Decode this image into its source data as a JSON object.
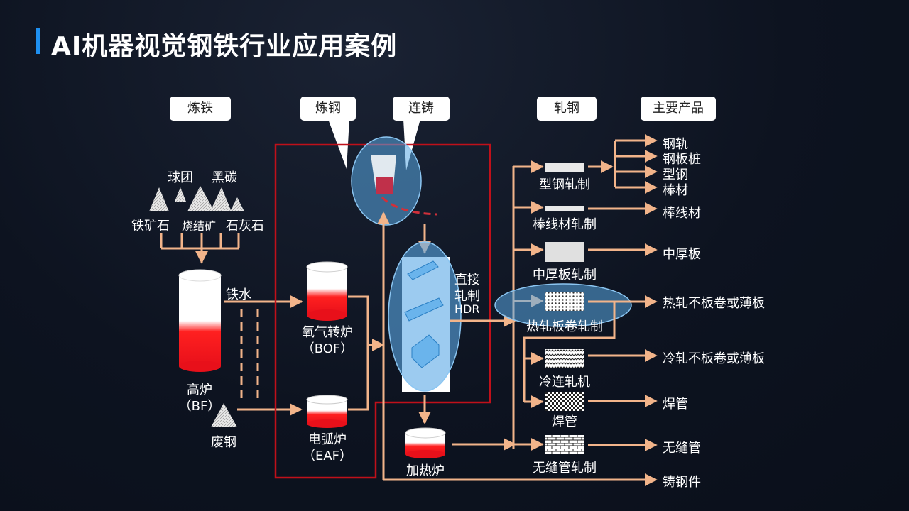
{
  "title": "AI机器视觉钢铁行业应用案例",
  "stages": {
    "ironmaking": "炼铁",
    "steelmaking": "炼钢",
    "casting": "连铸",
    "rolling": "轧钢",
    "products": "主要产品"
  },
  "raw_materials": {
    "pellet": "球团",
    "coke": "黑碳",
    "iron_ore": "铁矿石",
    "sinter": "烧结矿",
    "limestone": "石灰石"
  },
  "blast_furnace": {
    "name": "高炉",
    "abbr": "（BF）",
    "molten_iron": "铁水"
  },
  "scrap": "废钢",
  "bof": {
    "name": "氧气转炉",
    "abbr": "（BOF）"
  },
  "eaf": {
    "name": "电弧炉",
    "abbr": "（EAF）"
  },
  "hdr": {
    "line1": "直接",
    "line2": "轧制",
    "line3": "HDR"
  },
  "reheat_furnace": "加热炉",
  "mills": {
    "section": "型钢轧制",
    "bar_wire": "棒线材轧制",
    "plate": "中厚板轧制",
    "hot_strip": "热轧板卷轧制",
    "cold_mill": "冷连轧机",
    "weld_pipe": "焊管",
    "seamless": "无缝管轧制"
  },
  "products": {
    "rail": "钢轨",
    "sheet_pile": "钢板桩",
    "section_steel": "型钢",
    "bar": "棒材",
    "bar_wire": "棒线材",
    "plate": "中厚板",
    "hot_rolled": "热轧不板卷或薄板",
    "cold_rolled": "冷轧不板卷或薄板",
    "weld_pipe": "焊管",
    "seamless": "无缝管",
    "casting": "铸钢件"
  },
  "colors": {
    "accent": "#1e8ff0",
    "arrow": "#f2b48a",
    "highlight_box": "#c0101a",
    "molten": "#e8101a",
    "vision_zone": "#5aa9e6"
  }
}
